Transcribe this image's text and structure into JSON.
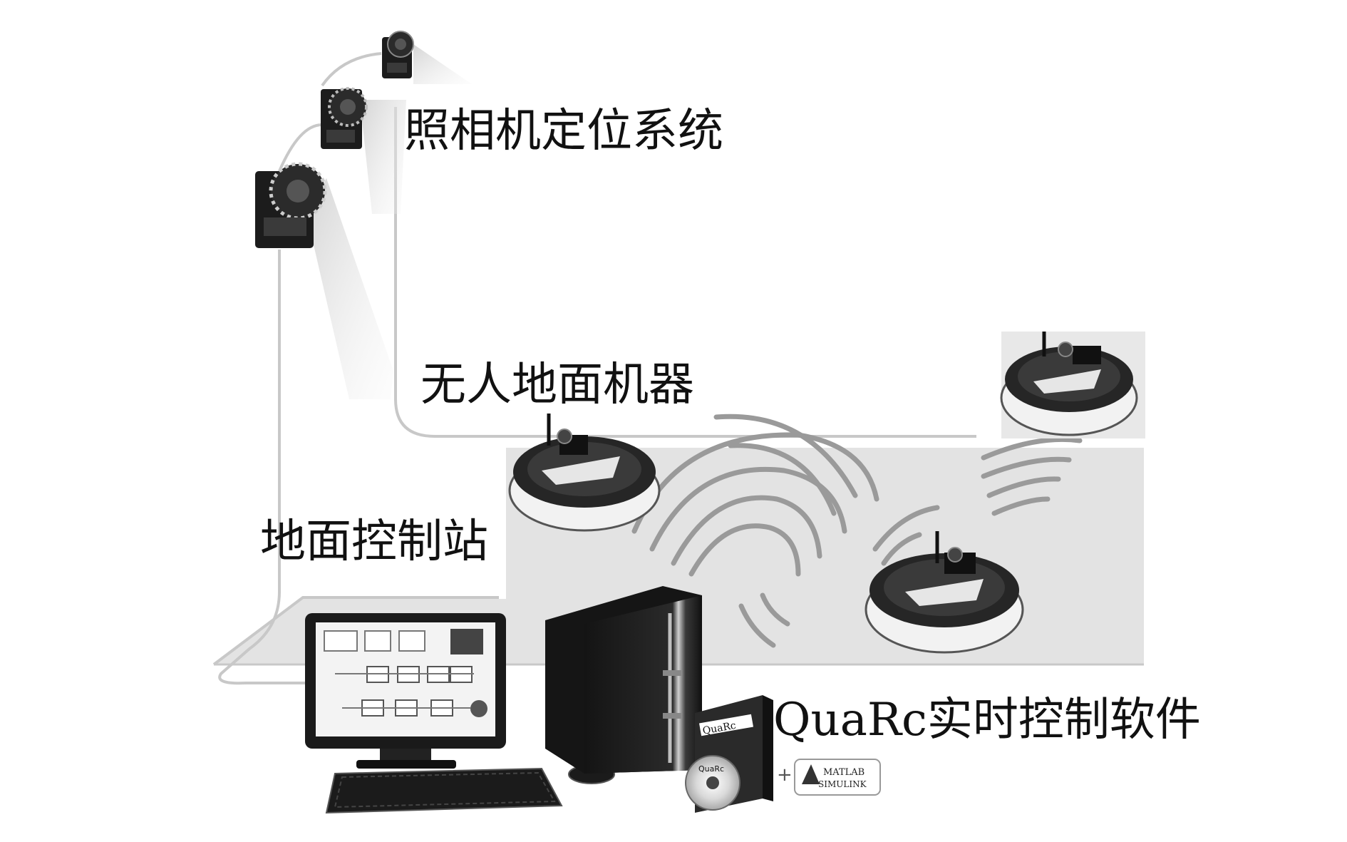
{
  "labels": {
    "camera_system": "照相机定位系统",
    "ground_robot": "无人地面机器",
    "ground_station": "地面控制站",
    "quarc_software": "QuaRc实时控制软件"
  },
  "product_text": {
    "quarc_box": "QuaRc",
    "quarc_disc": "QuaRc",
    "matlab_logo_line1": "MATLAB",
    "matlab_logo_line2": "SIMULINK",
    "plus_sign": "+"
  },
  "colors": {
    "floor": "#e3e3e3",
    "device_dark": "#1c1c1c",
    "robot_shell": "#f2f2f2",
    "wave": "#9a9a9a",
    "cable": "#c8c8c8"
  },
  "icons": {
    "camera": "camera-icon",
    "robot": "robot-icon",
    "monitor": "monitor-icon",
    "tower_pc": "computer-tower-icon",
    "keyboard": "keyboard-icon",
    "mouse": "mouse-icon",
    "software_box": "software-box-icon",
    "disc": "disc-icon",
    "wireless": "wireless-signal-icon"
  }
}
